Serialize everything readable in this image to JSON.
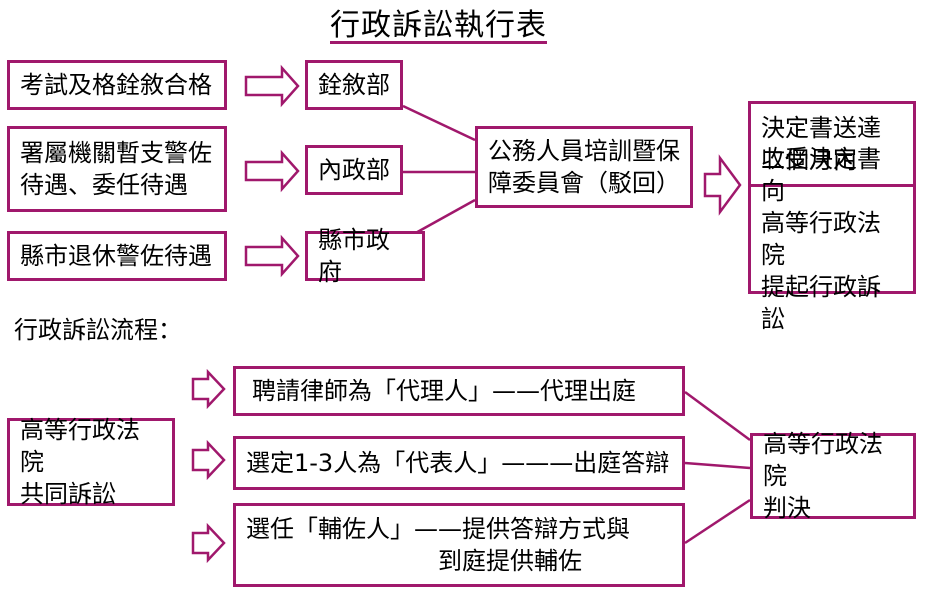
{
  "title": "行政訴訟執行表",
  "top": {
    "sources": [
      "考試及格銓敘合格",
      "署屬機關暫支警佐\n待遇、委任待遇",
      "縣市退休警佐待遇"
    ],
    "agencies": [
      "銓敘部",
      "內政部",
      "縣市政府"
    ],
    "board": "公務人員培訓暨保\n障委員會（駁回）",
    "result_top": "決定書送達\n二個月內",
    "result_bottom": "收受決定書向\n高等行政法院\n提起行政訴訟"
  },
  "flow_label": "行政訴訟流程：",
  "bottom": {
    "court_joint": "高等行政法院\n共同訴訟",
    "options": [
      "聘請律師為「代理人」——代理出庭",
      "選定1-3人為「代表人」———出庭答辯",
      "選任「輔佐人」——提供答辯方式與\n　　　　　　　　到庭提供輔佐"
    ],
    "judgment": "高等行政法院\n判決"
  },
  "colors": {
    "accent": "#a0186c"
  }
}
